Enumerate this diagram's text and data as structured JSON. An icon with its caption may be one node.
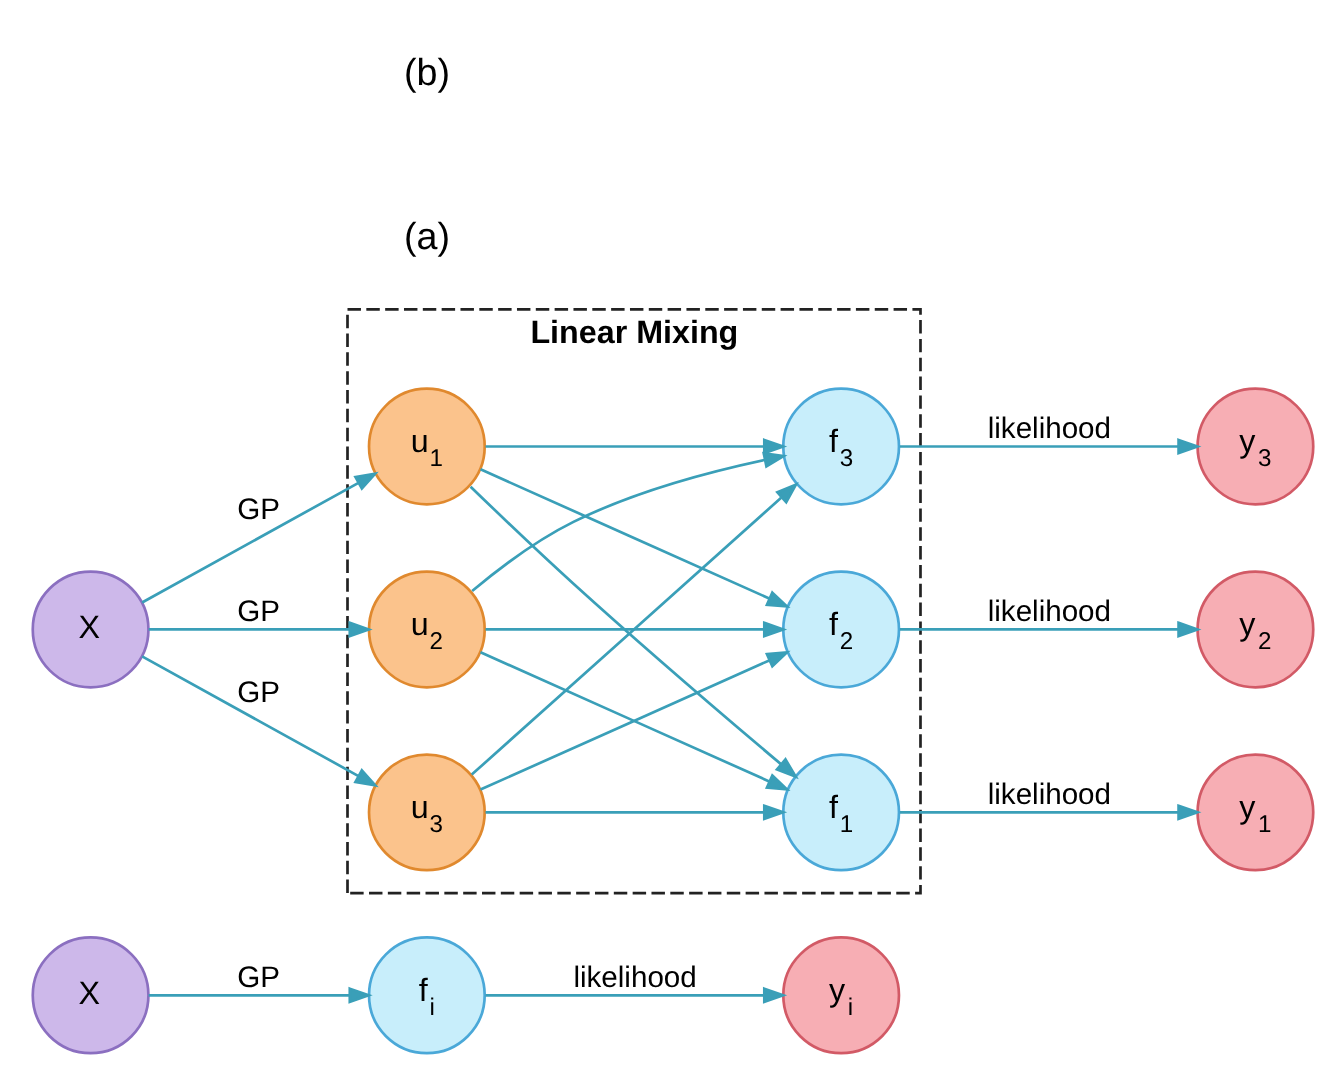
{
  "diagram": {
    "nodes": [
      {
        "text": [
          "X"
        ]
      },
      {
        "text": [
          "f$_{i}$"
        ]
      },
      {
        "text": [
          "y$_{i}$"
        ]
      },
      {
        "text": [
          "Linear Mixing"
        ]
      },
      {
        "text": [
          "X"
        ]
      },
      {
        "text": [
          "u$_{1}$"
        ],
        "in": 3
      },
      {
        "text": [
          "u$_{2}$"
        ],
        "in": 3
      },
      {
        "text": [
          "u$_{3}$"
        ],
        "in": 3
      },
      {
        "text": [
          "f$_{1}$"
        ],
        "in": 3
      },
      {
        "text": [
          "f$_{2}$"
        ],
        "in": 3
      },
      {
        "text": [
          "f$_{3}$"
        ],
        "in": 3
      },
      {
        "text": [
          "y$_{1}$"
        ]
      },
      {
        "text": [
          "y$_{2}$"
        ]
      },
      {
        "text": [
          "y$_{3}$"
        ]
      }
    ],
    "edges": [
      {
        "from": 0,
        "to": 1,
        "arrow": "to",
        "label": "GP"
      },
      {
        "from": 1,
        "to": 2,
        "arrow": "to",
        "label": "likelihood"
      },
      {
        "from": 4,
        "to": 5,
        "arrow": "to",
        "label": "GP"
      },
      {
        "from": 4,
        "to": 6,
        "arrow": "to",
        "label": "GP"
      },
      {
        "from": 4,
        "to": 7,
        "arrow": "to",
        "label": "GP"
      },
      {
        "from": 5,
        "to": 8,
        "arrow": "to"
      },
      {
        "from": 5,
        "to": 9,
        "arrow": "to"
      },
      {
        "from": 5,
        "to": 10,
        "arrow": "to"
      },
      {
        "from": 6,
        "to": 8,
        "arrow": "to"
      },
      {
        "from": 6,
        "to": 9,
        "arrow": "to"
      },
      {
        "from": 6,
        "to": 10,
        "arrow": "to"
      },
      {
        "from": 7,
        "to": 8,
        "arrow": "to"
      },
      {
        "from": 7,
        "to": 9,
        "arrow": "to"
      },
      {
        "from": 7,
        "to": 10,
        "arrow": "to"
      },
      {
        "from": 8,
        "to": 11,
        "arrow": "to",
        "label": "likelihood"
      },
      {
        "from": 9,
        "to": 12,
        "arrow": "to",
        "label": "likelihood"
      },
      {
        "from": 10,
        "to": 13,
        "arrow": "to",
        "label": "likelihood"
      }
    ],
    "labels": [
      "(a)",
      "(b)"
    ]
  }
}
